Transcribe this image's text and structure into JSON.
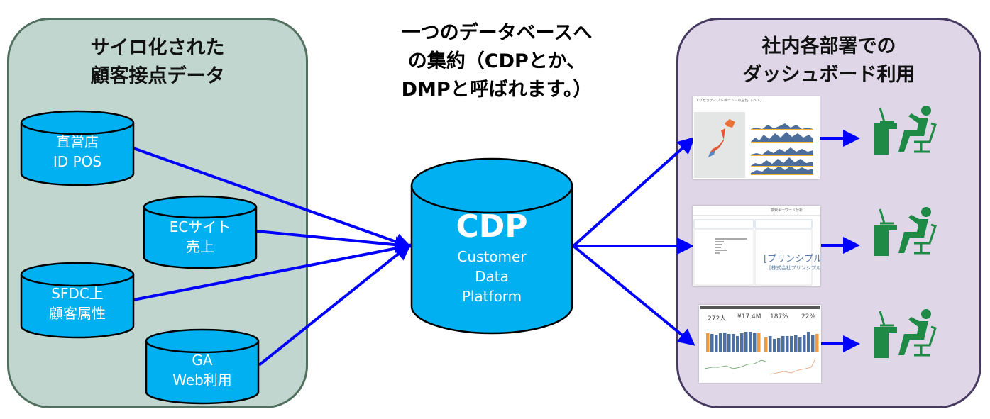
{
  "left_panel": {
    "title_line1": "サイロ化された",
    "title_line2": "顧客接点データ",
    "fill": "#c0d6ce",
    "border": "#52705f"
  },
  "sources": [
    {
      "id": "idpos",
      "line1": "直営店",
      "line2": "ID POS"
    },
    {
      "id": "ec",
      "line1": "ECサイト",
      "line2": "売上"
    },
    {
      "id": "sfdc",
      "line1": "SFDC上",
      "line2": "顧客属性"
    },
    {
      "id": "ga",
      "line1": "GA",
      "line2": "Web利用"
    }
  ],
  "center": {
    "title_line1": "一つのデータベースへ",
    "title_line2": "の集約（CDPとか、",
    "title_line3": "DMPと呼ばれます。）",
    "cdp_label": "CDP",
    "cdp_sub1": "Customer",
    "cdp_sub2": "Data",
    "cdp_sub3": "Platform"
  },
  "right_panel": {
    "title_line1": "社内各部署での",
    "title_line2": "ダッシュボード利用",
    "fill": "#dfd6e7",
    "border": "#473a60"
  },
  "dashboards": [
    {
      "id": "exec-report",
      "title": "エグゼクティブレポート - 収益性(すべて)"
    },
    {
      "id": "keyword-analysis",
      "title": "検索キーワード分析",
      "wordcloud_main": "[プリンシプル]",
      "wordcloud_second": "[株式会社プリンシプル]"
    },
    {
      "id": "kpi-dashboard",
      "kpi1": "272人",
      "kpi2": "¥17.4M",
      "kpi3": "187%",
      "kpi4": "22%"
    }
  ],
  "users": [
    {
      "icon": "person-at-desk-icon"
    },
    {
      "icon": "person-at-desk-icon"
    },
    {
      "icon": "person-at-desk-icon"
    }
  ],
  "colors": {
    "cylinder": "#00b0f0",
    "arrow": "#0000ff",
    "user_icon": "#1e8a45"
  }
}
